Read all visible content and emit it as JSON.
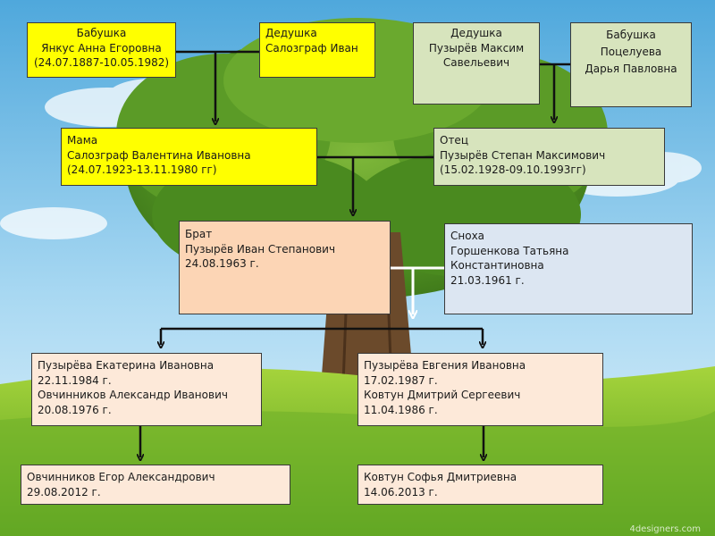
{
  "boxes": {
    "grandma_yankus": {
      "lines": [
        "Бабушка",
        "Янкус Анна Егоровна",
        "(24.07.1887-10.05.1982)"
      ]
    },
    "grandpa_salozgraf": {
      "lines": [
        "Дедушка",
        "Салозграф Иван"
      ]
    },
    "grandpa_puzyrev": {
      "lines": [
        "Дедушка",
        "Пузырёв Максим",
        "Савельевич"
      ]
    },
    "grandma_potseluyeva": {
      "lines": [
        "Бабушка",
        "Поцелуева",
        "Дарья Павловна"
      ]
    },
    "mother": {
      "lines": [
        "Мама",
        "Салозграф  Валентина Ивановна",
        "(24.07.1923-13.11.1980 гг)"
      ]
    },
    "father": {
      "lines": [
        "Отец",
        "Пузырёв Степан Максимович",
        "(15.02.1928-09.10.1993гг)"
      ]
    },
    "brother": {
      "lines": [
        "Брат",
        "Пузырёв Иван Степанович",
        "24.08.1963 г."
      ]
    },
    "daughter_in_law": {
      "lines": [
        "Сноха",
        "Горшенкова Татьяна",
        "Константиновна",
        "21.03.1961 г."
      ]
    },
    "ekaterina": {
      "lines": [
        "Пузырёва Екатерина Ивановна",
        "22.11.1984 г.",
        "Овчинников Александр Иванович",
        "20.08.1976 г."
      ]
    },
    "evgeniya": {
      "lines": [
        "Пузырёва Евгения Ивановна",
        "17.02.1987 г.",
        "Ковтун  Дмитрий Сергеевич",
        "11.04.1986 г."
      ]
    },
    "egor": {
      "lines": [
        "Овчинников Егор Александрович",
        "29.08.2012 г."
      ]
    },
    "sofya": {
      "lines": [
        "Ковтун Софья Дмитриевна",
        "14.06.2013 г."
      ]
    }
  },
  "watermark": "4designers.com",
  "colors": {
    "yellow": "#ffff00",
    "olive": "#d7e4bd",
    "peach": "#fcd5b5",
    "blue": "#dce6f2",
    "light": "#fde9d9",
    "sky": "#7fc3ea",
    "grass": "#86c232",
    "foliage": "#4e8f1e"
  }
}
